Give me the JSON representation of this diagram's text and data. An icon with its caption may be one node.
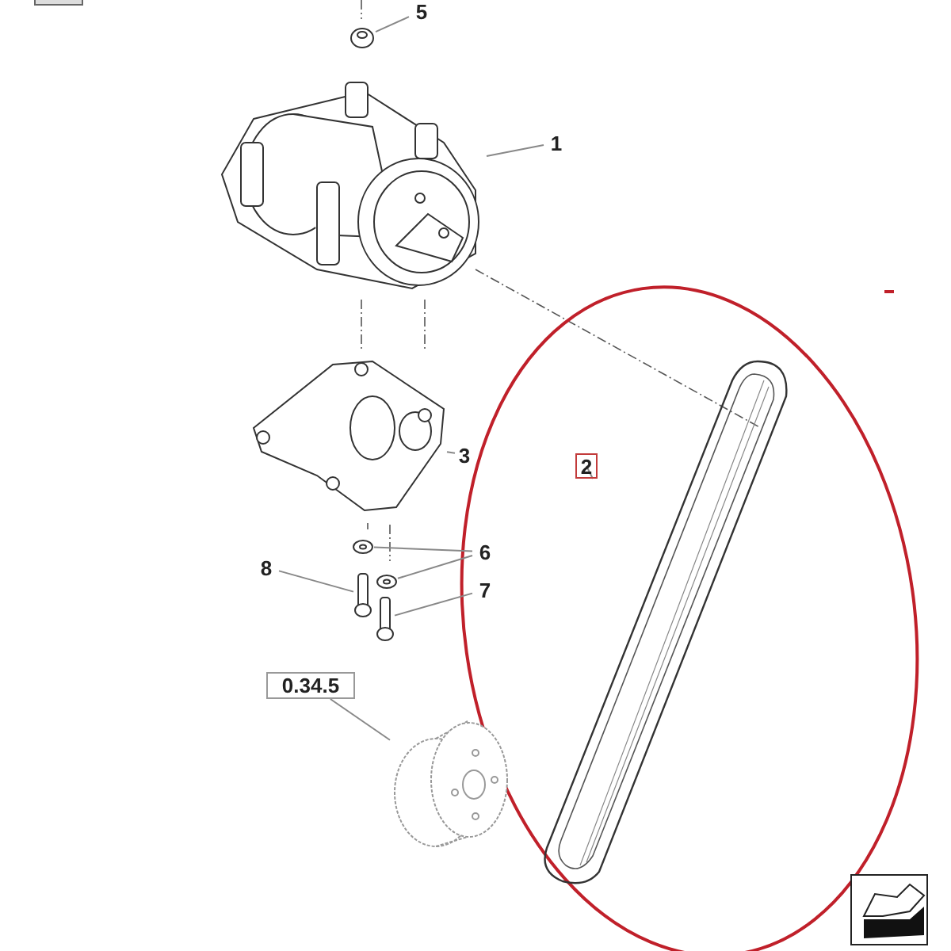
{
  "diagram": {
    "nodes": [
      {
        "text": [
          "5"
        ]
      },
      {
        "text": [],
        "shape": "picture"
      },
      {
        "text": [
          "1"
        ]
      },
      {
        "text": [],
        "shape": "picture"
      },
      {
        "text": [
          "2"
        ]
      },
      {
        "text": [],
        "shape": "picture"
      },
      {
        "text": [
          "3"
        ]
      },
      {
        "text": [],
        "shape": "picture"
      },
      {
        "text": [
          "6"
        ]
      },
      {
        "text": [],
        "shape": "picture"
      },
      {
        "text": [],
        "shape": "picture"
      },
      {
        "text": [
          "7"
        ]
      },
      {
        "text": [],
        "shape": "picture"
      },
      {
        "text": [
          "8"
        ]
      },
      {
        "text": [],
        "shape": "picture"
      },
      {
        "text": [
          "0.34.5"
        ]
      },
      {
        "text": [],
        "shape": "picture"
      }
    ],
    "edges": [
      {
        "from": 0,
        "to": 1,
        "arrow": "none"
      },
      {
        "from": 2,
        "to": 3,
        "arrow": "none"
      },
      {
        "from": 4,
        "to": 5,
        "arrow": "none"
      },
      {
        "from": 6,
        "to": 7,
        "arrow": "none"
      },
      {
        "from": 8,
        "to": 9,
        "arrow": "none"
      },
      {
        "from": 8,
        "to": 10,
        "arrow": "none"
      },
      {
        "from": 11,
        "to": 12,
        "arrow": "none"
      },
      {
        "from": 13,
        "to": 14,
        "arrow": "none"
      },
      {
        "from": 15,
        "to": 16,
        "arrow": "none"
      }
    ]
  }
}
